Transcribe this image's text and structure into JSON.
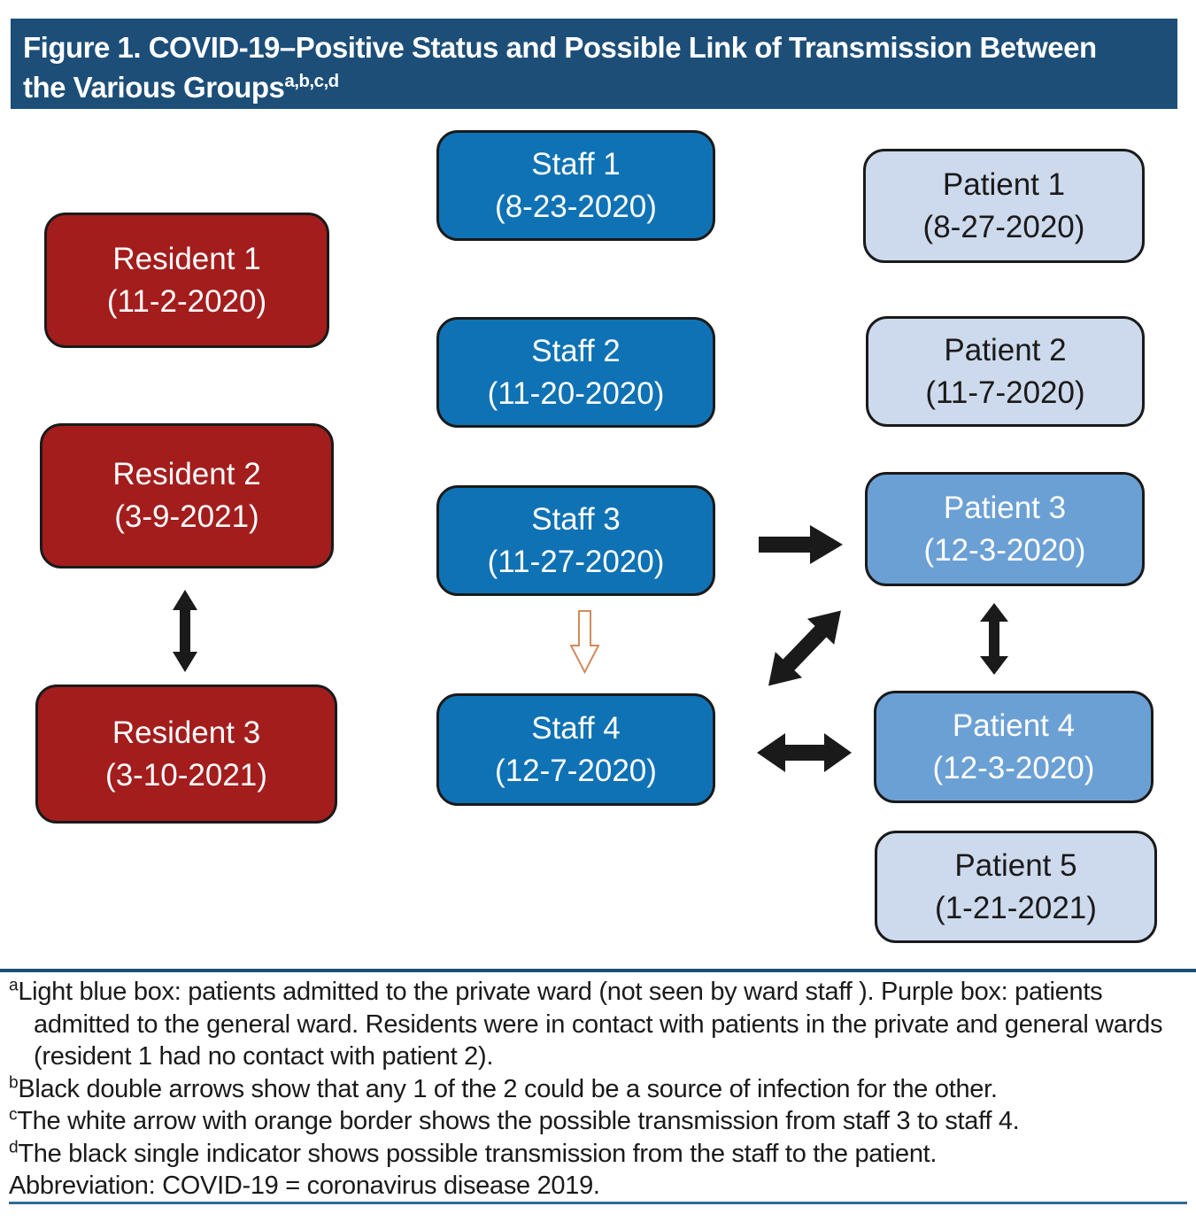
{
  "title": {
    "line1": "Figure 1. COVID-19–Positive Status and Possible Link of Transmission Between",
    "line2": "the Various Groups",
    "superscript": "a,b,c,d"
  },
  "nodes": {
    "resident1": {
      "label": "Resident 1",
      "date": "(11-2-2020)"
    },
    "resident2": {
      "label": "Resident 2",
      "date": "(3-9-2021)"
    },
    "resident3": {
      "label": "Resident 3",
      "date": "(3-10-2021)"
    },
    "staff1": {
      "label": "Staff 1",
      "date": "(8-23-2020)"
    },
    "staff2": {
      "label": "Staff 2",
      "date": "(11-20-2020)"
    },
    "staff3": {
      "label": "Staff 3",
      "date": "(11-27-2020)"
    },
    "staff4": {
      "label": "Staff 4",
      "date": "(12-7-2020)"
    },
    "patient1": {
      "label": "Patient 1",
      "date": "(8-27-2020)"
    },
    "patient2": {
      "label": "Patient 2",
      "date": "(11-7-2020)"
    },
    "patient3": {
      "label": "Patient 3",
      "date": "(12-3-2020)"
    },
    "patient4": {
      "label": "Patient 4",
      "date": "(12-3-2020)"
    },
    "patient5": {
      "label": "Patient 5",
      "date": "(1-21-2021)"
    }
  },
  "footnotes": [
    {
      "marker": "a",
      "text": "Light blue box: patients admitted to the private ward (not seen by ward staff ). Purple box: patients admitted to the general ward. Residents were in contact with patients in the private and general wards (resident 1 had no contact with patient 2)."
    },
    {
      "marker": "b",
      "text": "Black double arrows show that any 1 of the 2 could be a source of infection for the other."
    },
    {
      "marker": "c",
      "text": "The white arrow with orange border shows the possible transmission from staff 3 to staff 4."
    },
    {
      "marker": "d",
      "text": "The black single indicator shows possible transmission from the staff to the patient."
    }
  ],
  "abbreviation": "Abbreviation: COVID-19 = coronavirus disease 2019.",
  "colors": {
    "title_bar": "#1C4E78",
    "staff_box": "#0F72B5",
    "patient_private_box": "#CDD9EC",
    "patient_general_box": "#6BA0D5",
    "resident_box": "#A31D1D",
    "arrow_black": "#1A1A1A",
    "arrow_orange_border": "#D18A5E"
  }
}
